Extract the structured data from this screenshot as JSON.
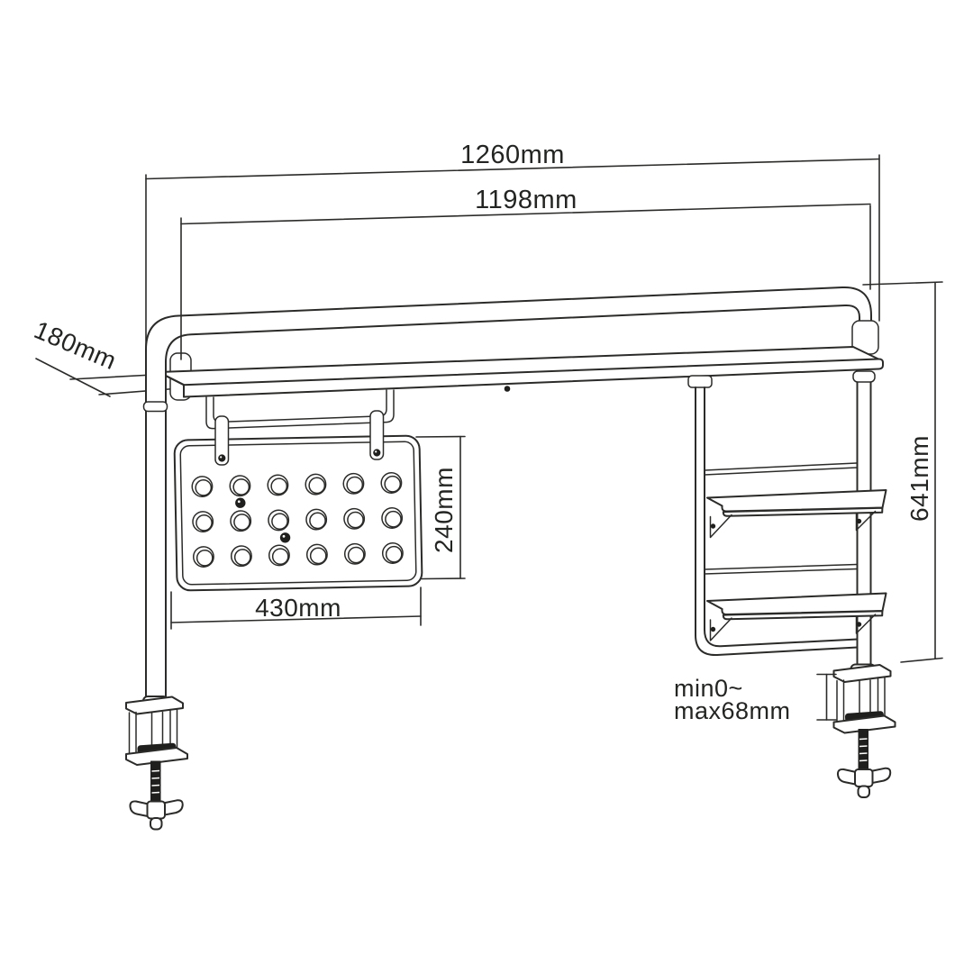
{
  "drawing": {
    "description": "Technical line drawing of a clamp-on desk riser shelf with hanging pegboard and two side storage shelves",
    "colors": {
      "background": "#ffffff",
      "line": "#2b2b29",
      "dark_fill": "#1f1f1d"
    },
    "dimensions": {
      "overall_width": {
        "label": "1260mm"
      },
      "inner_width": {
        "label": "1198mm"
      },
      "depth": {
        "label": "180mm"
      },
      "pegboard_width": {
        "label": "430mm"
      },
      "pegboard_height": {
        "label": "240mm"
      },
      "column_height": {
        "label": "641mm"
      },
      "clamp_range": {
        "line1": "min0~",
        "line2": "max68mm"
      }
    }
  }
}
